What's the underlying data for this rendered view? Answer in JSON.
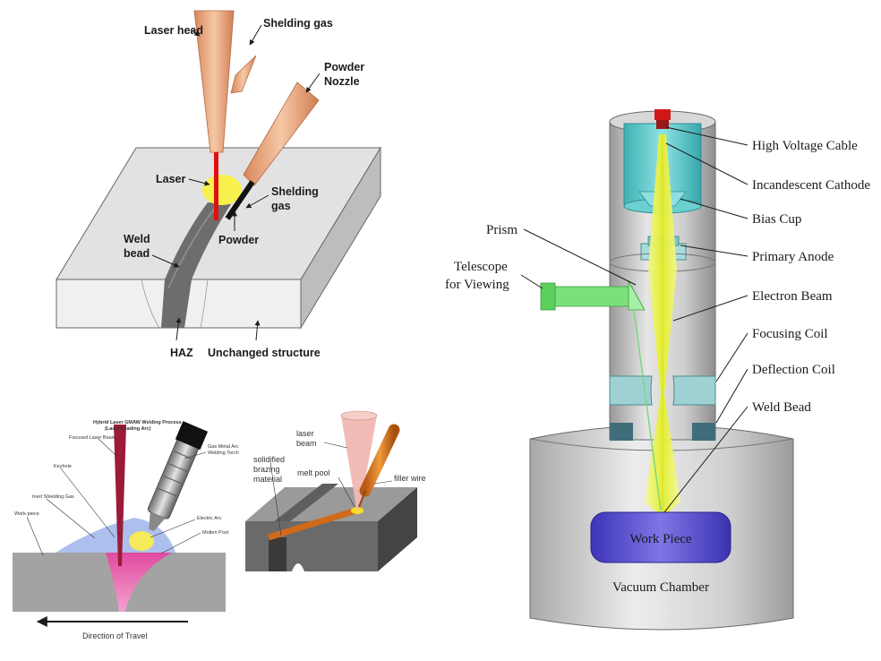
{
  "laser_cladding": {
    "labels": {
      "laser_head": "Laser head",
      "shielding_gas_top": "Shelding gas",
      "powder_nozzle_1": "Powder",
      "powder_nozzle_2": "Nozzle",
      "laser": "Laser",
      "shielding_gas_side_1": "Shelding",
      "shielding_gas_side_2": "gas",
      "powder": "Powder",
      "weld_bead_1": "Weld",
      "weld_bead_2": "bead",
      "haz": "HAZ",
      "unchanged_structure": "Unchanged structure"
    }
  },
  "hybrid_welding": {
    "labels": {
      "title_1": "Hybrid Laser GMAW Welding Process",
      "title_2": "(Laser Leading Arc)",
      "focused_laser_beam": "Focused Laser Beam",
      "gas_metal_arc_1": "Gas Metal Arc",
      "gas_metal_arc_2": "Welding Torch",
      "keyhole": "Keyhole",
      "inert_shielding_gas": "Inert Shielding Gas",
      "work_piece": "Work-piece",
      "electric_arc": "Electric Arc",
      "molten_pool": "Molten Pool",
      "direction_of_travel": "Direction of Travel"
    }
  },
  "laser_brazing": {
    "labels": {
      "laser_beam_1": "laser",
      "laser_beam_2": "beam",
      "solidified_1": "solidified",
      "solidified_2": "brazing",
      "solidified_3": "material",
      "melt_pool": "melt pool",
      "filler_wire": "filler wire"
    }
  },
  "electron_beam": {
    "labels": {
      "high_voltage_cable": "High Voltage Cable",
      "incandescent_cathode": "Incandescent Cathode",
      "bias_cup": "Bias Cup",
      "primary_anode": "Primary Anode",
      "electron_beam": "Electron Beam",
      "focusing_coil": "Focusing Coil",
      "deflection_coil": "Deflection Coil",
      "weld_bead": "Weld Bead",
      "prism": "Prism",
      "telescope_1": "Telescope",
      "telescope_2": "for Viewing",
      "work_piece": "Work Piece",
      "vacuum_chamber": "Vacuum Chamber"
    }
  },
  "colors": {
    "laser_head": "#e8a47c",
    "laser_beam": "#e01010",
    "plate_top": "#e2e2e2",
    "plate_front": "#f0f0f0",
    "weld_bead": "#6d6d6d",
    "cylinder": "#c8c8c8",
    "cathode_glass": "#5bc6c8",
    "electron_beam": "#e6f04a",
    "telescope": "#7be07b",
    "work_piece": "#5a4fd0"
  }
}
